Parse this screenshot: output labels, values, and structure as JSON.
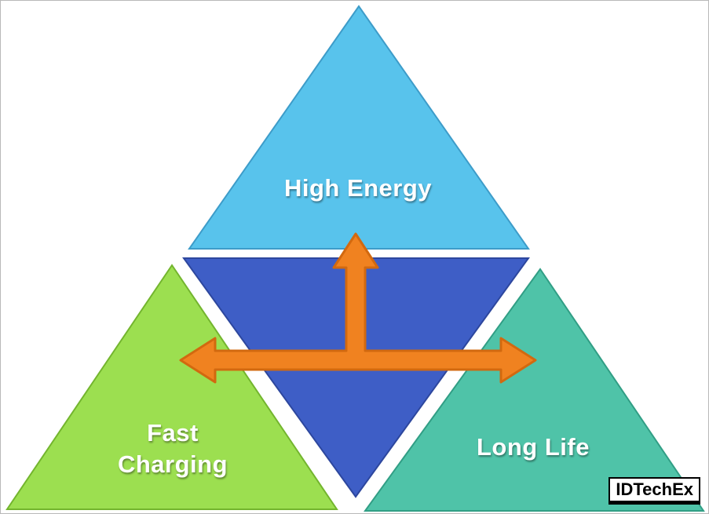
{
  "diagram": {
    "labels": {
      "top": "High Energy",
      "left_line1": "Fast",
      "left_line2": "Charging",
      "right": "Long Life"
    },
    "colors": {
      "top_fill": "#58c3ec",
      "top_stroke": "#3d9cc9",
      "center_fill": "#3e5ec6",
      "center_stroke": "#2d479e",
      "left_fill": "#9cdf50",
      "left_stroke": "#73b52e",
      "right_fill": "#4fc3a8",
      "right_stroke": "#319e85",
      "arrow_fill": "#f08220",
      "arrow_stroke": "#d2690f",
      "label_text": "#ffffff"
    },
    "logo_text": "IDTechEx"
  }
}
